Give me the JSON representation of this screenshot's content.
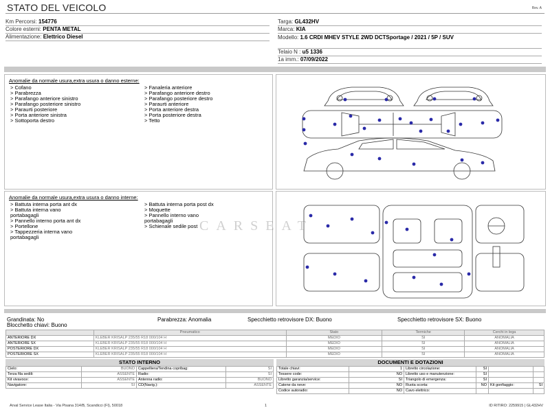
{
  "header": {
    "title": "STATO DEL VEICOLO",
    "rev": "Rev. A"
  },
  "vehicle_left": [
    {
      "label": "Km Percorsi:",
      "value": "154776"
    },
    {
      "label": "Colore esterni:",
      "value": "PENTA METAL"
    },
    {
      "label": "Alimentazione:",
      "value": "Elettrico Diesel"
    }
  ],
  "vehicle_right": [
    {
      "label": "Targa:",
      "value": "GL432HV"
    },
    {
      "label": "Marca:",
      "value": "KIA"
    },
    {
      "label": "Modello:",
      "value": "1.6 CRDI MHEV STYLE 2WD DCTSportage / 2021 / 5P / SUV"
    },
    {
      "label": "Telaio N :",
      "value": "u5  1336"
    },
    {
      "label": "1a imm.:",
      "value": "07/09/2022"
    }
  ],
  "external": {
    "heading": "Anomalie da normale usura,extra usura o danno esterne:",
    "col1": [
      "> Cofano",
      "> Parabrezza",
      "> Parafango anteriore sinistro",
      "> Parafango posteriore sinistro",
      "> Paraurti posteriore",
      "> Porta anteriore sinistra",
      "> Sottoporta destro"
    ],
    "col2": [
      "> Fanaleria anteriore",
      "> Parafango anteriore destro",
      "> Parafango posteriore destro",
      "> Paraurti anteriore",
      "> Porta anteriore destra",
      "> Porta posteriore destra",
      "> Tetto"
    ]
  },
  "internal": {
    "heading": "Anomalie da normale usura,extra usura o danno interne:",
    "col1": [
      "> Battuta interna porta ant dx",
      "> Battuta interna vano",
      "portabagagli",
      "> Pannello interno porta ant dx",
      "> Portellone",
      "> Tappezzeria interna vano",
      "portabagagli"
    ],
    "col2": [
      "> Battuta interna porta post dx",
      "> Moquette",
      "> Pannello interno vano",
      "portabagagli",
      "> Schienale sedile post"
    ]
  },
  "watermark": "CARSEAT",
  "conditions": {
    "grandinata": "Grandinata: No",
    "blocchetto": "Blocchetto chiavi: Buono",
    "parabrezza": "Parabrezza: Anomalia",
    "specchio_dx": "Specchietto retrovisore DX: Buono",
    "specchio_sx": "Specchietto retrovisore SX: Buono"
  },
  "tyres": {
    "headers": [
      "",
      "Pneumatico",
      "Stato",
      "Termiche",
      "Cerchi in lega"
    ],
    "rows": [
      [
        "ANTERIORE DX",
        "KLEBER KRISALP 235/55 R18 000/104 H",
        "MEDIO",
        "SI",
        "ANOMALIA"
      ],
      [
        "ANTERIORE SX",
        "KLEBER KRISALP 235/55 R18 000/104 H",
        "MEDIO",
        "SI",
        "ANOMALIA"
      ],
      [
        "POSTERIORE DX",
        "KLEBER KRISALP 235/55 R18 000/104 H",
        "MEDIO",
        "SI",
        "ANOMALIA"
      ],
      [
        "POSTERIORE SX",
        "KLEBER KRISALP 235/55 R18 000/104 H",
        "MEDIO",
        "SI",
        "ANOMALIA"
      ]
    ]
  },
  "stato_interno": {
    "title": "STATO INTERNO",
    "rows": [
      [
        "Cielo:",
        "BUONO",
        "Cappelliera/Tendina copribag:",
        "SI"
      ],
      [
        "Terza fila sedili:",
        "ASSENTE",
        "Radio:",
        "SI"
      ],
      [
        "Kit vivavoce:",
        "ASSENTE",
        "Antenna radio:",
        "BUONO"
      ],
      [
        "Navigatore:",
        "SI",
        "CD(Navig.):",
        "ASSENTE"
      ]
    ]
  },
  "documenti": {
    "title": "DOCUMENTI E DOTAZIONI",
    "rows": [
      [
        "Totale chiavi:",
        "1",
        "Libretto circolazione:",
        "SI",
        "",
        ""
      ],
      [
        "Tessere code:",
        "NO",
        "Libretto uso e manutenzione:",
        "SI",
        "",
        ""
      ],
      [
        "Libretto garanzia/service:",
        "SI",
        "Triangolo di emergenza:",
        "SI",
        "",
        ""
      ],
      [
        "Catene da neve:",
        "NO",
        "Ruota scorta:",
        "NO",
        "Kit gonfiaggio:",
        "SI"
      ],
      [
        "Codice autoradio:",
        "NO",
        "Cavo elettrico:",
        "",
        "",
        ""
      ]
    ]
  },
  "footer": {
    "company": "Arval Service Lease Italia - Via Pisana 314/B, Scandicci (FI), 50018",
    "page": "1",
    "id": "ID RITIRO: 2259915 | GL432HV"
  },
  "colors": {
    "damage_dot": "#2a2aa8",
    "header_grey": "#c9c9c9",
    "rule": "#aaaaaa"
  }
}
